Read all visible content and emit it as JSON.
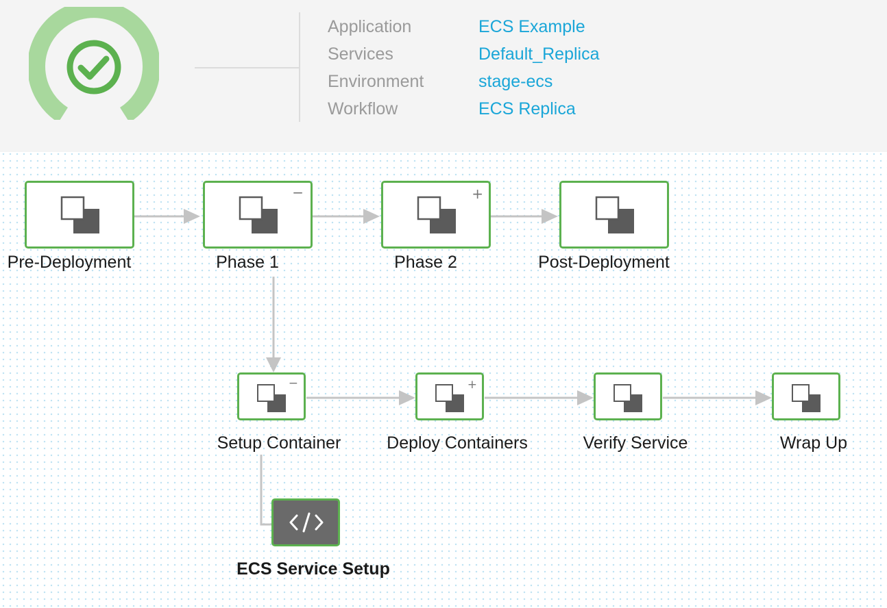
{
  "header": {
    "status_icon": "check-circle-icon",
    "status_color": "#5cb14f",
    "gauge_color": "#a8d89d",
    "meta": [
      {
        "label": "Application",
        "value": "ECS Example"
      },
      {
        "label": "Services",
        "value": "Default_Replica"
      },
      {
        "label": "Environment",
        "value": "stage-ecs"
      },
      {
        "label": "Workflow",
        "value": "ECS Replica"
      }
    ]
  },
  "workflow": {
    "phases": [
      {
        "label": "Pre-Deployment",
        "icon": "stacked-squares-icon",
        "toggle": ""
      },
      {
        "label": "Phase 1",
        "icon": "stacked-squares-icon",
        "toggle": "−"
      },
      {
        "label": "Phase 2",
        "icon": "stacked-squares-icon",
        "toggle": "+"
      },
      {
        "label": "Post-Deployment",
        "icon": "stacked-squares-icon",
        "toggle": ""
      }
    ],
    "steps": [
      {
        "label": "Setup Container",
        "icon": "stacked-squares-icon",
        "toggle": "−"
      },
      {
        "label": "Deploy Containers",
        "icon": "stacked-squares-icon",
        "toggle": "+"
      },
      {
        "label": "Verify Service",
        "icon": "stacked-squares-icon",
        "toggle": ""
      },
      {
        "label": "Wrap Up",
        "icon": "stacked-squares-icon",
        "toggle": ""
      }
    ],
    "command": {
      "label": "ECS Service Setup",
      "icon": "code-icon"
    }
  },
  "colors": {
    "node_border": "#5cb14f",
    "link_text": "#1aa6d8",
    "connector": "#c4c4c4"
  }
}
